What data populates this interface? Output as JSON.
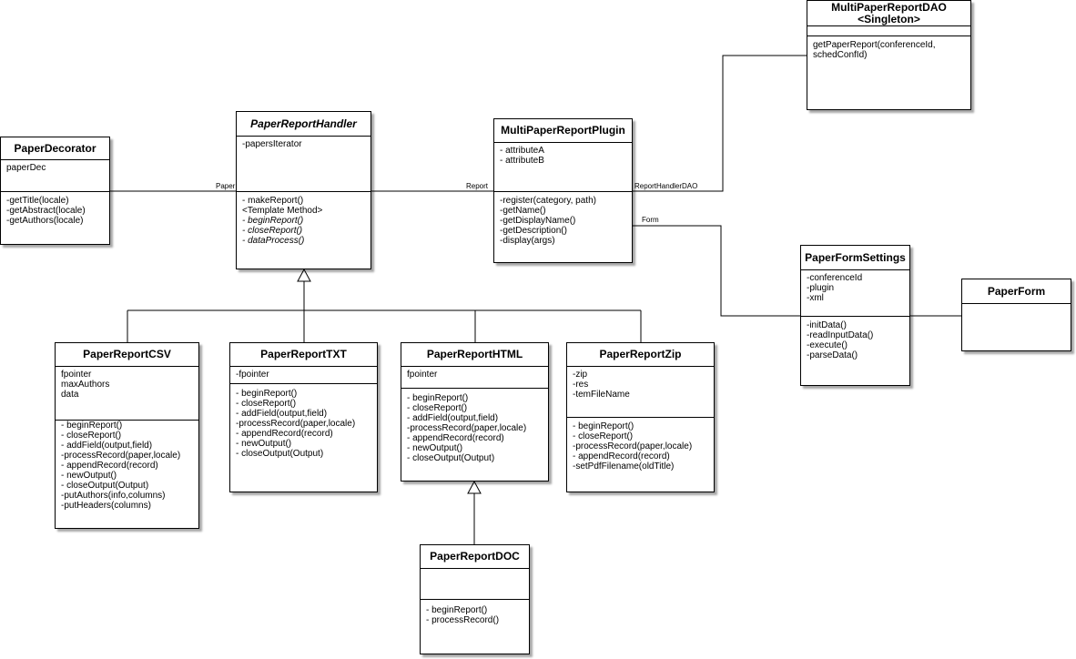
{
  "classes": {
    "paper_decorator": {
      "name": "PaperDecorator",
      "attributes": [
        "paperDec"
      ],
      "methods": [
        "-getTitle(locale)",
        "-getAbstract(locale)",
        "-getAuthors(locale)"
      ]
    },
    "paper_report_handler": {
      "name": "PaperReportHandler",
      "attributes": [
        "-papersIterator"
      ],
      "methods": [
        "- makeReport()",
        "<Template Method>",
        "- beginReport()",
        "- closeReport()",
        "- dataProcess()"
      ]
    },
    "multi_paper_report_plugin": {
      "name": "MultiPaperReportPlugin",
      "attributes": [
        "- attributeA",
        "- attributeB"
      ],
      "methods": [
        "-register(category, path)",
        "-getName()",
        "-getDisplayName()",
        "-getDescription()",
        "-display(args)"
      ]
    },
    "multi_paper_report_dao": {
      "name_line1": "MultiPaperReportDAO",
      "name_line2": "<Singleton>",
      "attributes": [],
      "methods": [
        "getPaperReport(conferenceId,",
        "schedConfId)"
      ]
    },
    "paper_form_settings": {
      "name": "PaperFormSettings",
      "attributes": [
        "-conferenceId",
        "-plugin",
        "-xml"
      ],
      "methods": [
        "-initData()",
        "-readInputData()",
        "-execute()",
        "-parseData()"
      ]
    },
    "paper_form": {
      "name": "PaperForm"
    },
    "paper_report_csv": {
      "name": "PaperReportCSV",
      "attributes": [
        "fpointer",
        "maxAuthors",
        "data"
      ],
      "methods": [
        "- beginReport()",
        "- closeReport()",
        "- addField(output,field)",
        "-processRecord(paper,locale)",
        "- appendRecord(record)",
        "- newOutput()",
        "- closeOutput(Output)",
        "-putAuthors(info,columns)",
        "-putHeaders(columns)"
      ]
    },
    "paper_report_txt": {
      "name": "PaperReportTXT",
      "attributes": [
        "-fpointer"
      ],
      "methods": [
        "- beginReport()",
        "- closeReport()",
        "- addField(output,field)",
        "-processRecord(paper,locale)",
        "- appendRecord(record)",
        "- newOutput()",
        "- closeOutput(Output)"
      ]
    },
    "paper_report_html": {
      "name": "PaperReportHTML",
      "attributes": [
        "fpointer"
      ],
      "methods": [
        "- beginReport()",
        "- closeReport()",
        "- addField(output,field)",
        "-processRecord(paper,locale)",
        "- appendRecord(record)",
        "- newOutput()",
        "- closeOutput(Output)"
      ]
    },
    "paper_report_zip": {
      "name": "PaperReportZip",
      "attributes": [
        "-zip",
        "-res",
        "-temFileName"
      ],
      "methods": [
        "- beginReport()",
        "- closeReport()",
        "-processRecord(paper,locale)",
        "- appendRecord(record)",
        "-setPdfFilename(oldTitle)"
      ]
    },
    "paper_report_doc": {
      "name": "PaperReportDOC",
      "attributes": [],
      "methods": [
        "- beginReport()",
        "- processRecord()"
      ]
    }
  },
  "edge_labels": {
    "paper": "Paper",
    "report": "Report",
    "report_handler_dao": "ReportHandlerDAO",
    "form": "Form"
  },
  "colors": {
    "line": "#000000",
    "box_fill": "#ffffff"
  }
}
